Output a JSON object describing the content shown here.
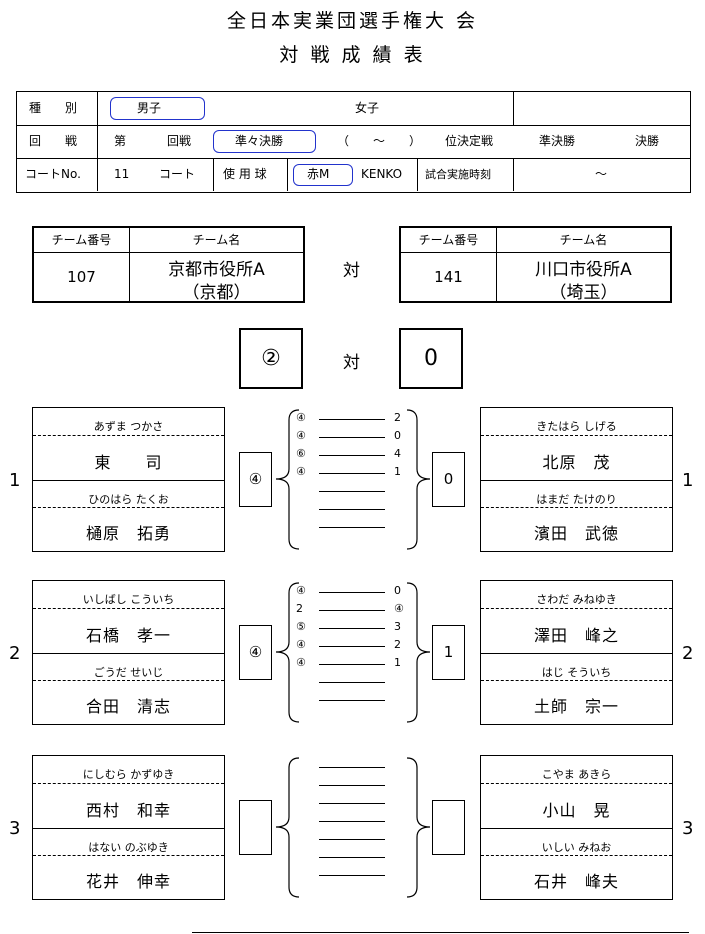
{
  "title_line1": "全日本実業団選手権大 会",
  "title_line2": "対 戦 成 績 表",
  "info": {
    "shubetsu_label": "種　　別",
    "men": "男子",
    "women": "女子",
    "kaisen_label": "回　　戦",
    "dai": "第",
    "kaisen": "回戦",
    "junjun": "準々決勝",
    "range": "（　　～　　）",
    "iketei": "位決定戦",
    "junkessho": "準決勝",
    "kessho": "決勝",
    "court_label": "コートNo.",
    "court_no": "11",
    "court": "コート",
    "ball_label": "使 用 球",
    "ball_red": "赤M",
    "ball_brand": "KENKO",
    "time_label": "試合実施時刻",
    "time_range": "～"
  },
  "left_team": {
    "no_label": "チーム番号",
    "name_label": "チーム名",
    "no": "107",
    "name": "京都市役所A",
    "pref": "（京都）"
  },
  "right_team": {
    "no_label": "チーム番号",
    "name_label": "チーム名",
    "no": "141",
    "name": "川口市役所A",
    "pref": "（埼玉）"
  },
  "vs": "対",
  "score": {
    "left": "②",
    "vs": "対",
    "right": "0"
  },
  "matches": [
    {
      "num": "1",
      "left_p1_kana": "あずま つかさ",
      "left_p1": "東　　司",
      "left_p2_kana": "ひのはら たくお",
      "left_p2": "樋原　拓勇",
      "right_p1_kana": "きたはら しげる",
      "right_p1": "北原　茂",
      "right_p2_kana": "はまだ たけのり",
      "right_p2": "濱田　武徳",
      "left_score": "④",
      "right_score": "0",
      "games": [
        [
          "④",
          "2"
        ],
        [
          "④",
          "0"
        ],
        [
          "⑥",
          "4"
        ],
        [
          "④",
          "1"
        ],
        [
          "",
          ""
        ],
        [
          "",
          ""
        ],
        [
          "",
          ""
        ]
      ]
    },
    {
      "num": "2",
      "left_p1_kana": "いしばし こういち",
      "left_p1": "石橋　孝一",
      "left_p2_kana": "ごうだ せいじ",
      "left_p2": "合田　清志",
      "right_p1_kana": "さわだ みねゆき",
      "right_p1": "澤田　峰之",
      "right_p2_kana": "はじ そういち",
      "right_p2": "土師　宗一",
      "left_score": "④",
      "right_score": "1",
      "games": [
        [
          "④",
          "0"
        ],
        [
          "2",
          "④"
        ],
        [
          "⑤",
          "3"
        ],
        [
          "④",
          "2"
        ],
        [
          "④",
          "1"
        ],
        [
          "",
          ""
        ],
        [
          "",
          ""
        ]
      ]
    },
    {
      "num": "3",
      "left_p1_kana": "にしむら かずゆき",
      "left_p1": "西村　和幸",
      "left_p2_kana": "はない のぶゆき",
      "left_p2": "花井　伸幸",
      "right_p1_kana": "こやま あきら",
      "right_p1": "小山　晃",
      "right_p2_kana": "いしい みねお",
      "right_p2": "石井　峰夫",
      "left_score": "",
      "right_score": "",
      "games": [
        [
          "",
          ""
        ],
        [
          "",
          ""
        ],
        [
          "",
          ""
        ],
        [
          "",
          ""
        ],
        [
          "",
          ""
        ],
        [
          "",
          ""
        ],
        [
          "",
          ""
        ]
      ]
    }
  ]
}
